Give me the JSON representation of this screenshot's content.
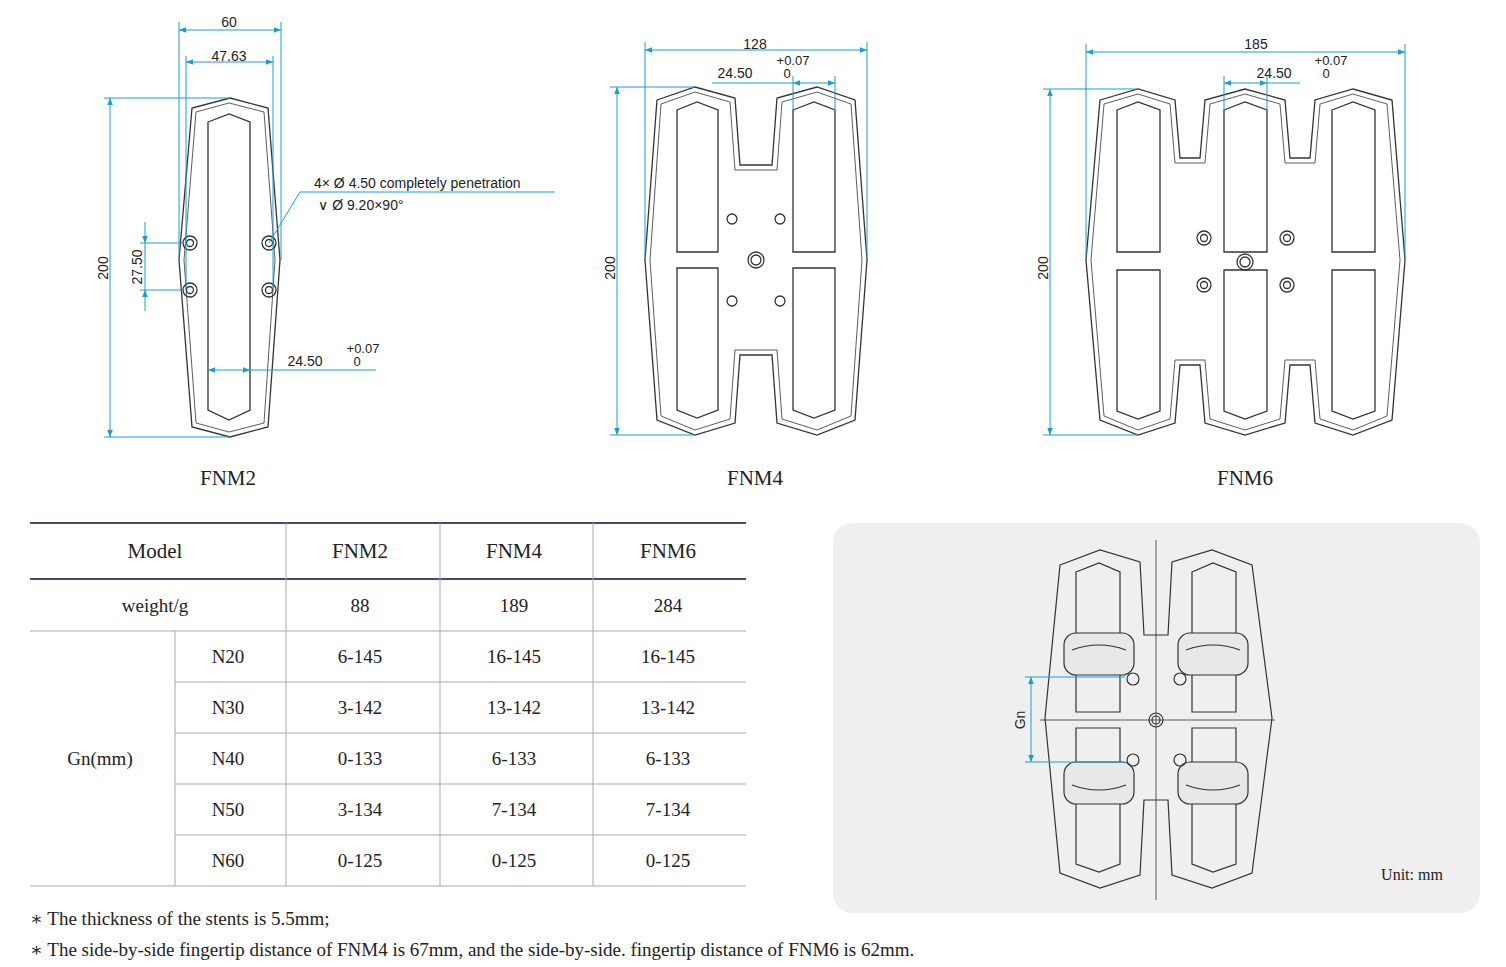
{
  "diagram": {
    "labels": [
      "60",
      "47.63",
      "4× Ø 4.50 completely penetration",
      "∨ Ø 9.20×90°",
      "200",
      "27.50",
      "24.50",
      "+0.07",
      "0",
      "FNM2",
      "128",
      "24.50",
      "+0.07",
      "0",
      "200",
      "FNM4",
      "185",
      "24.50",
      "+0.07",
      "0",
      "200",
      "FNM6",
      "Model",
      "FNM2",
      "FNM4",
      "FNM6",
      "weight/g",
      "88",
      "189",
      "284",
      "Gn(mm)",
      "N20",
      "6-145",
      "16-145",
      "16-145",
      "N30",
      "3-142",
      "13-142",
      "13-142",
      "N40",
      "0-133",
      "6-133",
      "6-133",
      "N50",
      "3-134",
      "7-134",
      "7-134",
      "N60",
      "0-125",
      "0-125",
      "0-125",
      "Gn",
      "Unit: mm",
      "∗ The thickness of the stents is 5.5mm;",
      "∗ The side-by-side fingertip distance of FNM4 is 67mm, and the side-by-side. fingertip distance of FNM6 is 62mm."
    ]
  }
}
